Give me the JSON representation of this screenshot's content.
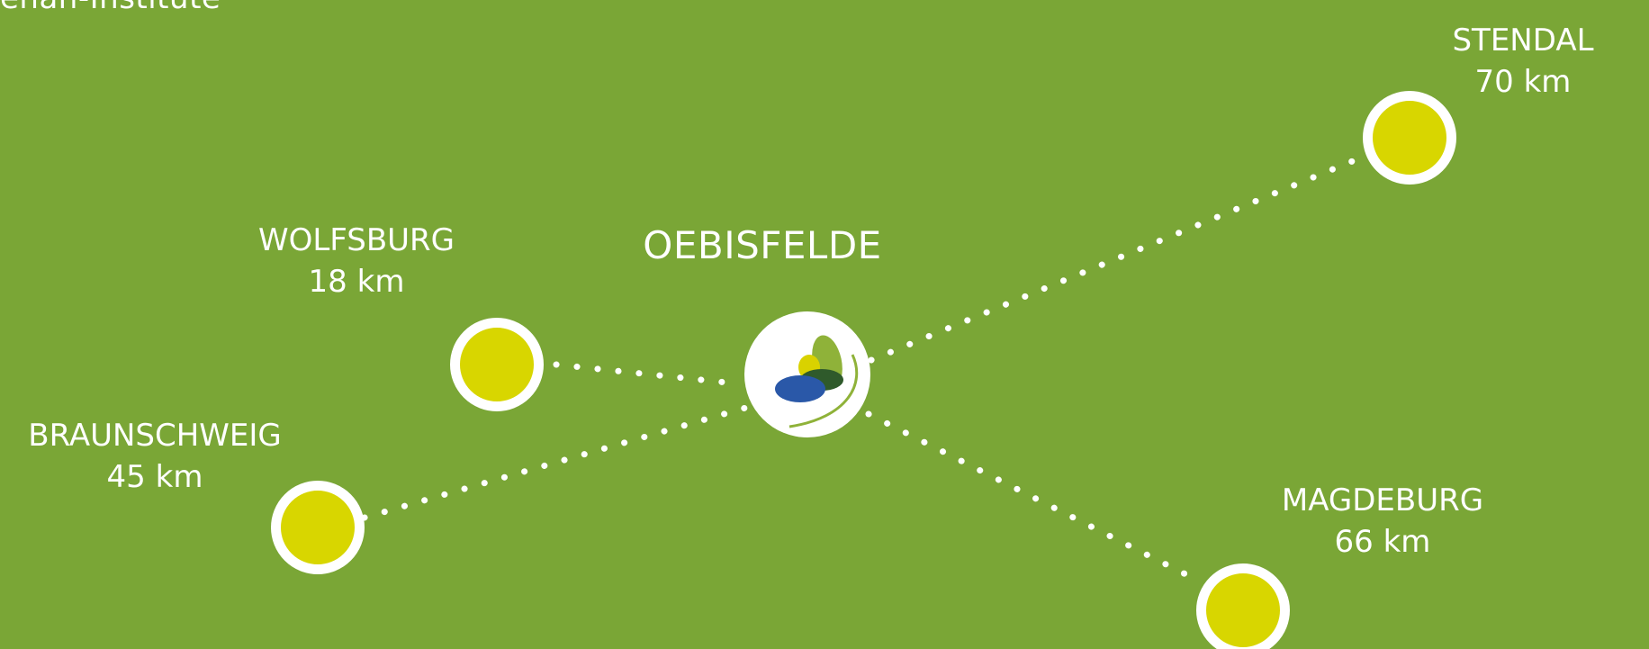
{
  "top_fragment": "enan-Institute",
  "center": {
    "name": "OEBISFELDE",
    "logo_icon": "oebisfelde-leaf-logo-icon"
  },
  "cities": [
    {
      "name": "STENDAL",
      "distance": "70 km"
    },
    {
      "name": "WOLFSBURG",
      "distance": "18 km"
    },
    {
      "name": "BRAUNSCHWEIG",
      "distance": "45 km"
    },
    {
      "name": "MAGDEBURG",
      "distance": "66 km"
    }
  ],
  "colors": {
    "background": "#7aa636",
    "dot_fill": "#d8d600",
    "dot_ring": "#ffffff",
    "line": "#ffffff",
    "text": "#ffffff",
    "logo_yellow": "#d9d200",
    "logo_green": "#8fb239",
    "logo_dark_green": "#2f5a2b",
    "logo_blue": "#2a58a8"
  }
}
